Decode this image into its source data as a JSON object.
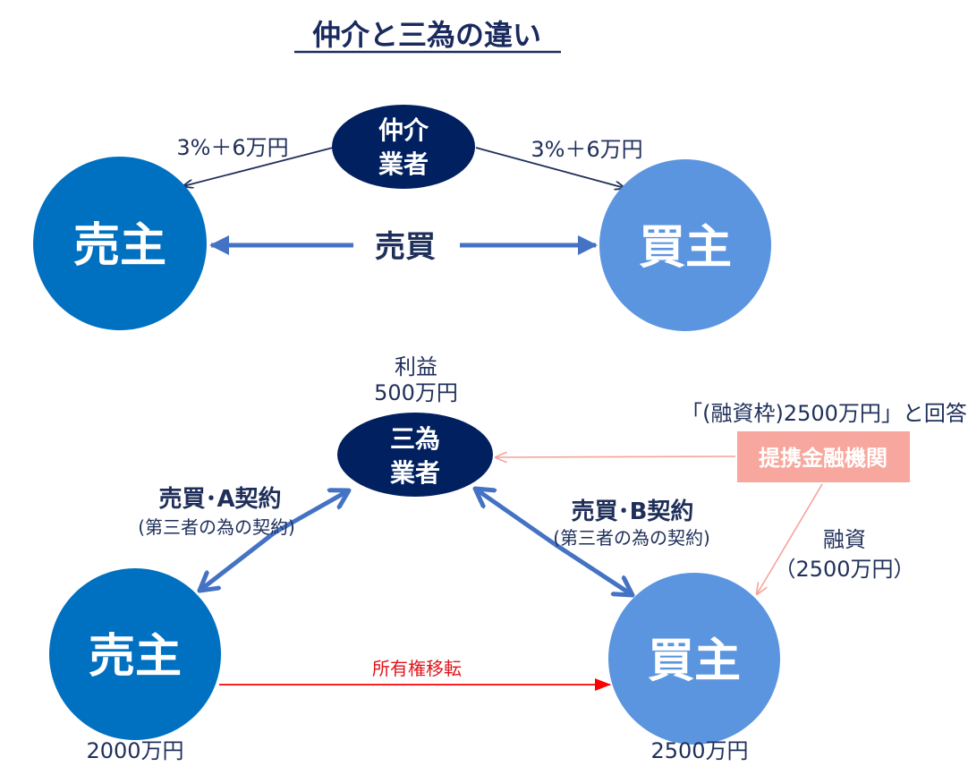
{
  "title": "仲介と三為の違い",
  "colors": {
    "seller": "#0070c0",
    "buyer": "#5b95df",
    "agent": "#002060",
    "arrow_blue": "#4472c4",
    "arrow_dark": "#1f2f5a",
    "arrow_red": "#ff0000",
    "arrow_pink": "#f4a49a",
    "bank_box": "#f7a79d"
  },
  "brokerage": {
    "agent": {
      "line1": "仲介",
      "line2": "業者"
    },
    "seller": "売主",
    "buyer": "買主",
    "fee_left": "3%＋6万円",
    "fee_right": "3%＋6万円",
    "deal": "売買"
  },
  "sanda": {
    "agent": {
      "line1": "三為",
      "line2": "業者"
    },
    "profit": {
      "line1": "利益",
      "line2": "500万円"
    },
    "seller": "売主",
    "buyer": "買主",
    "contract_a": {
      "title": "売買･A契約",
      "note": "(第三者の為の契約)"
    },
    "contract_b": {
      "title": "売買･B契約",
      "note": "(第三者の為の契約)"
    },
    "ownership_transfer": "所有権移転",
    "seller_price": "2000万円",
    "buyer_price": "2500万円",
    "bank": "提携金融機関",
    "bank_reply": "「(融資枠)2500万円」と回答",
    "loan": {
      "line1": "融資",
      "line2": "（2500万円）"
    }
  }
}
